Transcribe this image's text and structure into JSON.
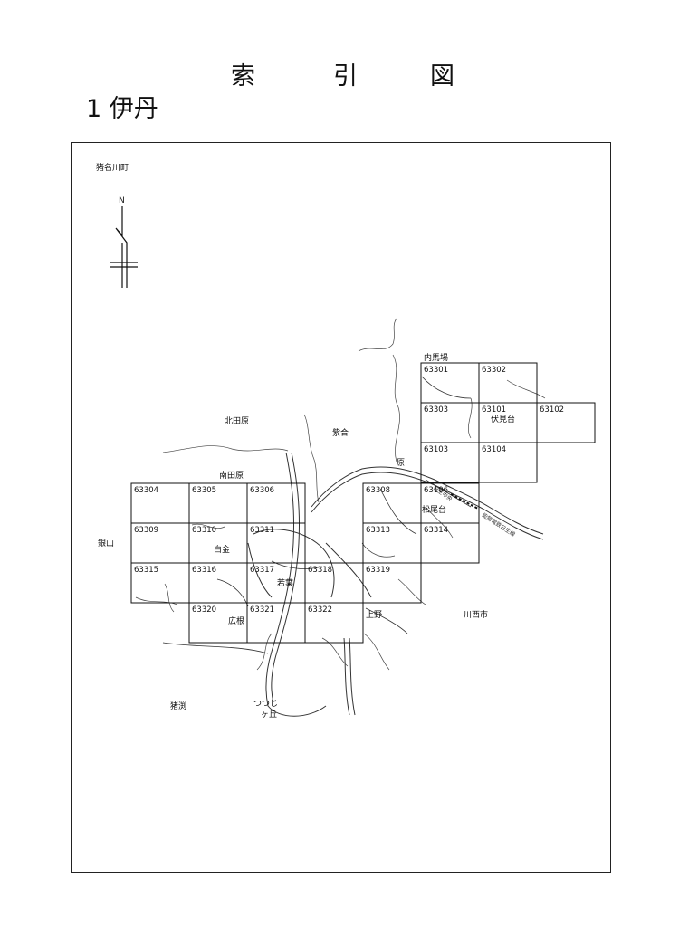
{
  "header": {
    "title_chars": [
      "索",
      "引",
      "図"
    ],
    "subtitle": "1 伊丹"
  },
  "map": {
    "place_labels": [
      {
        "id": "inagawa",
        "text": "猪名川町"
      },
      {
        "id": "uchibaba",
        "text": "内馬場"
      },
      {
        "id": "fushimidai",
        "text": "伏見台"
      },
      {
        "id": "kitadahara",
        "text": "北田原"
      },
      {
        "id": "shigo",
        "text": "紫合"
      },
      {
        "id": "hara",
        "text": "原"
      },
      {
        "id": "minamidahara",
        "text": "南田原"
      },
      {
        "id": "matsuodai",
        "text": "松尾台"
      },
      {
        "id": "ginzan",
        "text": "銀山"
      },
      {
        "id": "shirogane",
        "text": "白金"
      },
      {
        "id": "wakaba",
        "text": "若葉"
      },
      {
        "id": "kamino",
        "text": "上野"
      },
      {
        "id": "hirone",
        "text": "広根"
      },
      {
        "id": "kawanishi",
        "text": "川西市"
      },
      {
        "id": "inabuchi",
        "text": "猪渕"
      },
      {
        "id": "tsutsuji1",
        "text": "つつじ"
      },
      {
        "id": "tsutsuji2",
        "text": "ヶ丘"
      }
    ],
    "north_label": "N",
    "rail_label_1": "日生中央",
    "rail_label_2": "能勢電鉄日生線",
    "sheets": [
      "63301",
      "63302",
      "63303",
      "63101",
      "63102",
      "63103",
      "63104",
      "63304",
      "63305",
      "63306",
      "63308",
      "63106",
      "63309",
      "63310",
      "63311",
      "63313",
      "63314",
      "63315",
      "63316",
      "63317",
      "63318",
      "63319",
      "63320",
      "63321",
      "63322"
    ]
  }
}
